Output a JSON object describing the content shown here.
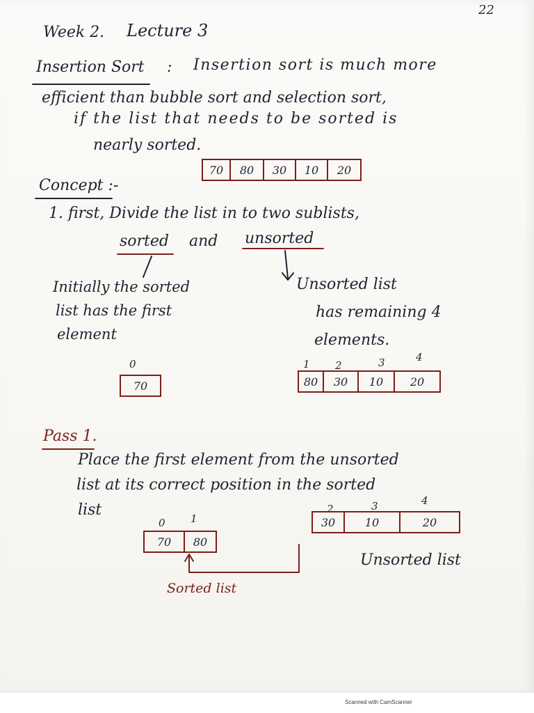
{
  "page_number": "22",
  "header": {
    "week": "Week 2.",
    "lecture": "Lecture 3"
  },
  "topic": {
    "title": "Insertion Sort",
    "separator": ":",
    "line1": "Insertion sort is much more",
    "line2": "efficient than bubble sort and selection sort,",
    "line3": "if the list that needs to be sorted is",
    "line4": "nearly sorted."
  },
  "example_array": [
    "70",
    "80",
    "30",
    "10",
    "20"
  ],
  "concept": {
    "heading": "Concept :-",
    "step1": "1. first, Divide the list in to two sublists,",
    "sorted_word": "sorted",
    "and_word": "and",
    "unsorted_word": "unsorted",
    "sorted_note": [
      "Initially the sorted",
      "list has the first",
      "element"
    ],
    "unsorted_note": [
      "Unsorted list",
      "has remaining 4",
      "elements."
    ],
    "sorted_index": [
      "0"
    ],
    "sorted_values": [
      "70"
    ],
    "unsorted_index": [
      "1",
      "2",
      "3",
      "4"
    ],
    "unsorted_values": [
      "80",
      "30",
      "10",
      "20"
    ]
  },
  "pass1": {
    "heading": "Pass 1.",
    "line1": "Place the first element from the unsorted",
    "line2": "list at its correct position in the sorted",
    "line3": "list",
    "sorted_index": [
      "0",
      "1"
    ],
    "sorted_values": [
      "70",
      "80"
    ],
    "unsorted_index": [
      "2",
      "3",
      "4"
    ],
    "unsorted_values": [
      "30",
      "10",
      "20"
    ],
    "sorted_label": "Sorted list",
    "unsorted_label": "Unsorted list"
  },
  "footer": {
    "scanner": "Scanned with CamScanner"
  },
  "colors": {
    "ink": "#1d2330",
    "red_ink": "#7b1f1a"
  }
}
